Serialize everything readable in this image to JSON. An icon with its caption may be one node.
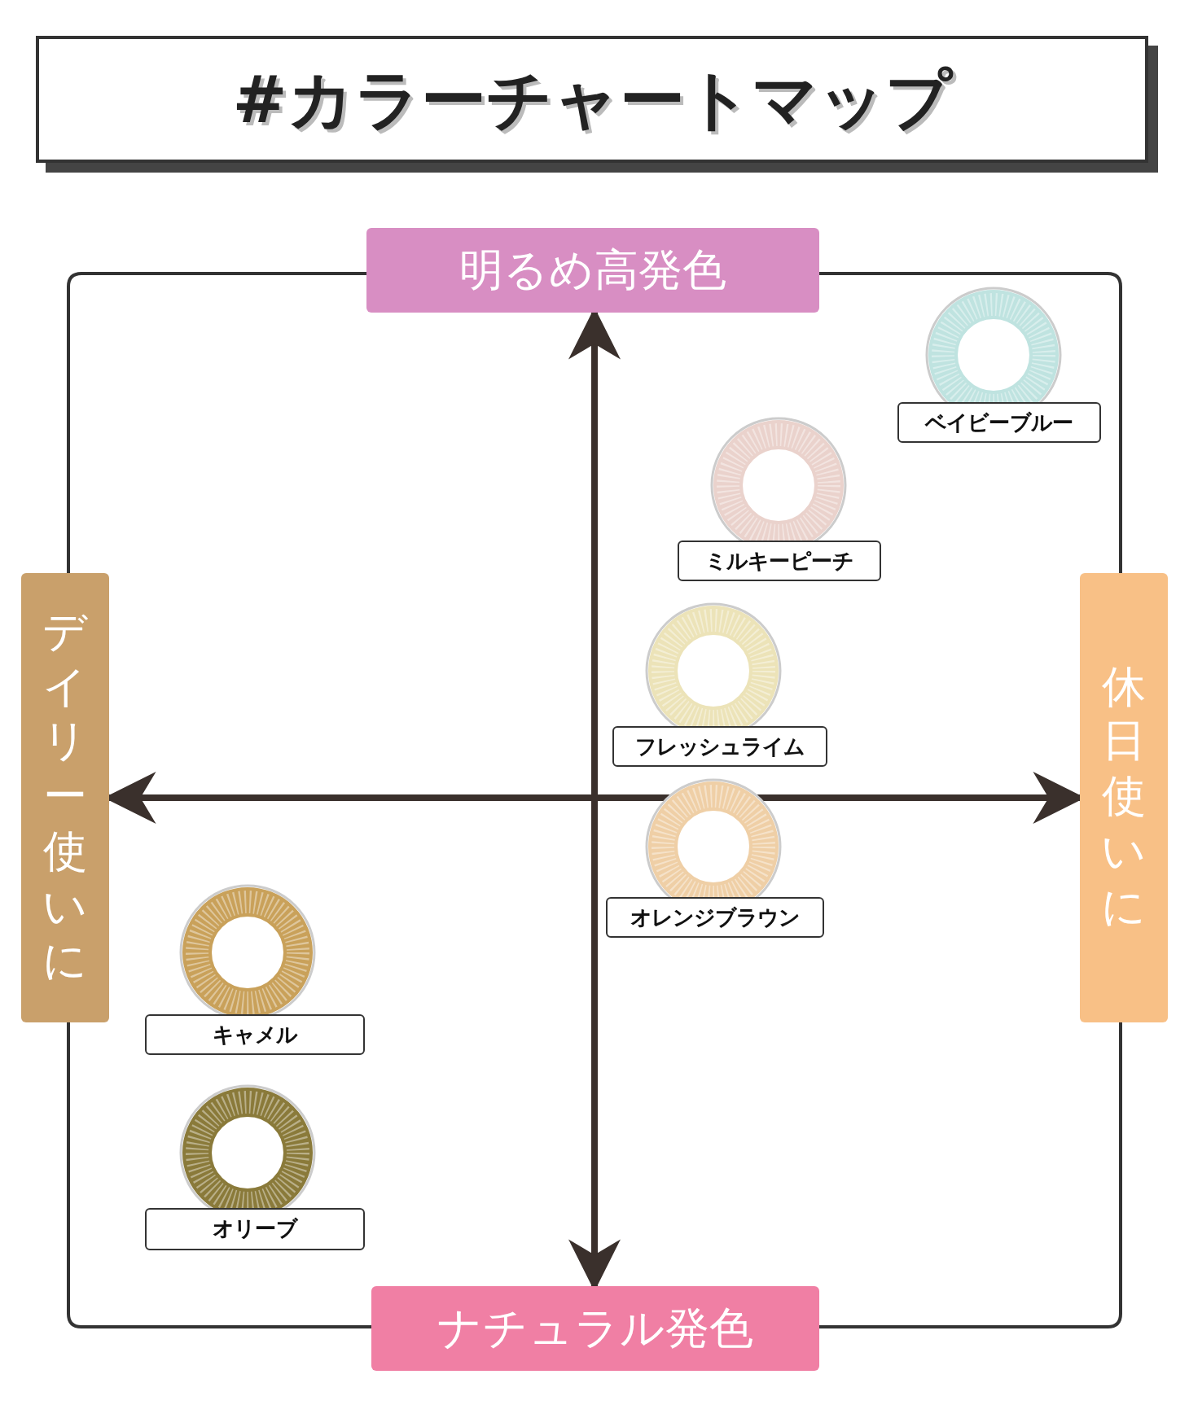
{
  "diagram": {
    "title": "#カラーチャートマップ",
    "nodes": [
      {
        "text": [
          "明るめ高発色"
        ]
      },
      {
        "text": [
          "デイリー使いに"
        ]
      },
      {
        "text": [
          "休日使いに"
        ]
      },
      {
        "text": [
          "ベイビーブルー"
        ]
      },
      {
        "text": [
          "ミルキーピーチ"
        ]
      },
      {
        "text": [
          "フレッシュライム"
        ]
      },
      {
        "text": [
          "オレンジブラウン"
        ]
      },
      {
        "text": [
          "キャメル"
        ]
      },
      {
        "text": [
          "オリーブ"
        ]
      },
      {
        "text": [
          "ナチュラル発色"
        ]
      }
    ],
    "edges": [
      {
        "from": 0,
        "to": 9,
        "arrow": "both"
      },
      {
        "from": 1,
        "to": 2,
        "arrow": "both"
      }
    ]
  }
}
